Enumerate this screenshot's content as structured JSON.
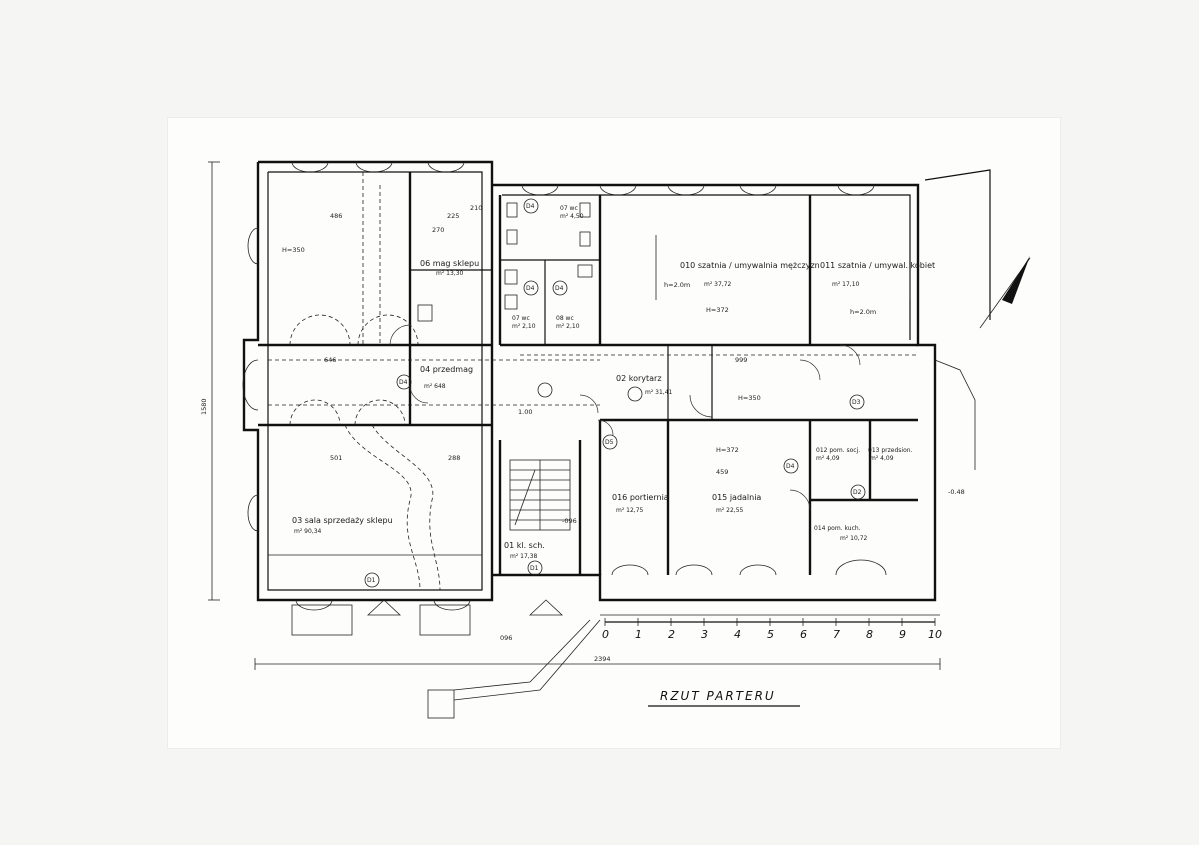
{
  "drawing": {
    "title": "RZUT PARTERU",
    "dimensions": {
      "total_width": "2394",
      "height_label": "1580",
      "level_096": "096",
      "level_minus_096": "-096",
      "level_048": "-0.48",
      "level_100": "1.00",
      "top_486": "486",
      "top_225": "225",
      "top_210": "210",
      "top_270": "270",
      "mid_646": "646",
      "mid_999": "999",
      "bottom_501": "501",
      "bottom_288": "288",
      "bottom_459": "459",
      "left_h350": "H=350",
      "h372_a": "H=372",
      "h372_b": "H=372",
      "h350_corridor": "H=350",
      "mez_h20": "h=2.0m",
      "mez_h20_b": "h=2.0m"
    },
    "scale_bar": [
      "0",
      "1",
      "2",
      "3",
      "4",
      "5",
      "6",
      "7",
      "8",
      "9",
      "10"
    ],
    "rooms": [
      {
        "id": "06",
        "name": "06 mag sklepu",
        "area": "m² 13,30"
      },
      {
        "id": "04",
        "name": "04 przedmag",
        "area": "m² 648"
      },
      {
        "id": "03",
        "name": "03 sala sprzedaży sklepu",
        "area": "m² 90,34"
      },
      {
        "id": "07",
        "name": "07 wc",
        "area": "m² 4,50"
      },
      {
        "id": "07b",
        "name": "07 wc",
        "area": "m² 2,10"
      },
      {
        "id": "08",
        "name": "08 wc",
        "area": "m² 2,10"
      },
      {
        "id": "010",
        "name": "010 szatnia / umywalnia mężczyzn",
        "area": "m² 37,72"
      },
      {
        "id": "011",
        "name": "011 szatnia / umywal. kobiet",
        "area": "m² 17,10"
      },
      {
        "id": "02",
        "name": "02 korytarz",
        "area": "m² 31,41"
      },
      {
        "id": "012",
        "name": "012 pom. socj.",
        "area": "m² 4,09"
      },
      {
        "id": "013",
        "name": "013 przedsion.",
        "area": "m² 4,09"
      },
      {
        "id": "016",
        "name": "016 portiernia",
        "area": "m² 12,75"
      },
      {
        "id": "015",
        "name": "015 jadalnia",
        "area": "m² 22,55"
      },
      {
        "id": "014",
        "name": "014 pom. kuch.",
        "area": "m² 10,72"
      },
      {
        "id": "01",
        "name": "01 kl. sch.",
        "area": "m² 17,38"
      }
    ],
    "symbols": [
      "D4",
      "D5",
      "D3",
      "D2",
      "D1"
    ]
  }
}
